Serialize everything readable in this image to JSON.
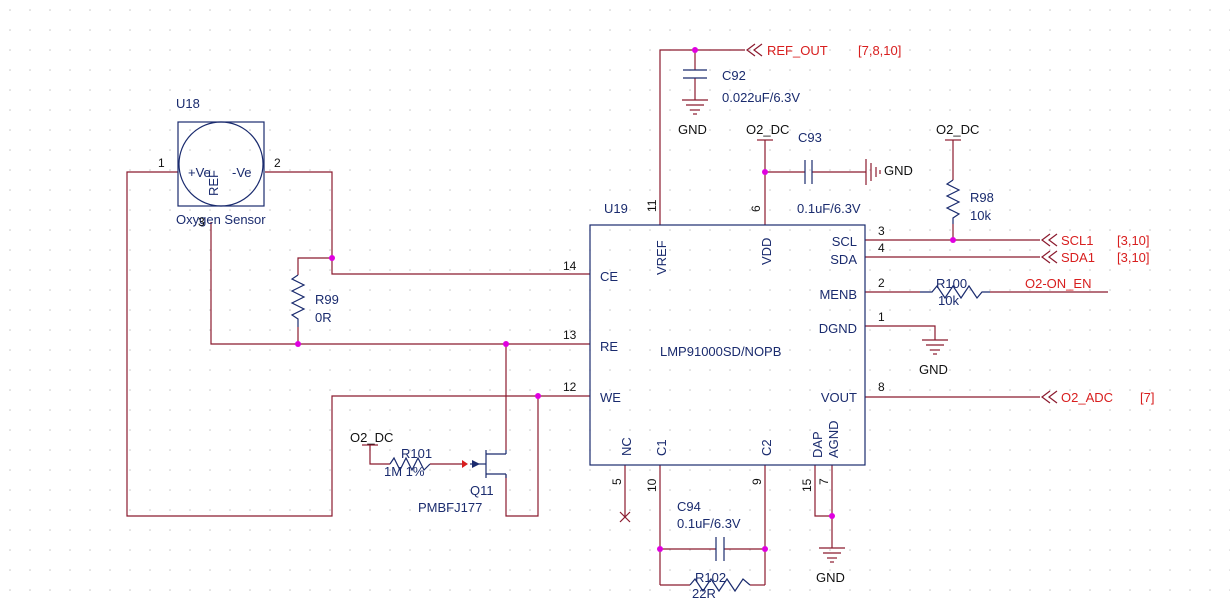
{
  "components": {
    "U18": {
      "ref": "U18",
      "name": "Oxygen Sensor",
      "pin_vplus": "+Ve",
      "pin_ref": "REF",
      "pin_vminus": "-Ve",
      "pin1": "1",
      "pin2": "2",
      "pin3": "3"
    },
    "U19": {
      "ref": "U19",
      "part": "LMP91000SD/NOPB",
      "pins": {
        "VREF": "VREF",
        "VDD": "VDD",
        "SCL": "SCL",
        "SDA": "SDA",
        "MENB": "MENB",
        "DGND": "DGND",
        "VOUT": "VOUT",
        "CE": "CE",
        "RE": "RE",
        "WE": "WE",
        "NC": "NC",
        "C1": "C1",
        "C2": "C2",
        "DAP": "DAP",
        "AGND": "AGND"
      },
      "pin_numbers": {
        "VREF": "11",
        "VDD": "6",
        "SCL": "3",
        "SDA": "4",
        "MENB": "2",
        "DGND": "1",
        "VOUT": "8",
        "CE": "14",
        "RE": "13",
        "WE": "12",
        "NC": "5",
        "C1": "10",
        "C2": "9",
        "DAP": "15",
        "AGND": "7"
      }
    },
    "C92": {
      "ref": "C92",
      "value": "0.022uF/6.3V"
    },
    "C93": {
      "ref": "C93",
      "value": "0.1uF/6.3V"
    },
    "C94": {
      "ref": "C94",
      "value": "0.1uF/6.3V"
    },
    "R98": {
      "ref": "R98",
      "value": "10k"
    },
    "R99": {
      "ref": "R99",
      "value": "0R"
    },
    "R100": {
      "ref": "R100",
      "value": "10k"
    },
    "R101": {
      "ref": "R101",
      "value": "1M 1%"
    },
    "R102": {
      "ref": "R102",
      "value": "22R"
    },
    "Q11": {
      "ref": "Q11",
      "part": "PMBFJ177"
    }
  },
  "nets": {
    "ref_out": {
      "name": "REF_OUT",
      "pages": "[7,8,10]"
    },
    "scl1": {
      "name": "SCL1",
      "pages": "[3,10]"
    },
    "sda1": {
      "name": "SDA1",
      "pages": "[3,10]"
    },
    "o2_on_en": {
      "name": "O2-ON_EN"
    },
    "o2_adc": {
      "name": "O2_ADC",
      "pages": "[7]"
    },
    "o2_dc": "O2_DC",
    "gnd": "GND"
  },
  "colors": {
    "wire": "#8b1a2e",
    "symbol": "#1a2b6e",
    "net_label": "#d81e1e",
    "junction": "#e000e0",
    "grid": "#c8c8c8"
  }
}
